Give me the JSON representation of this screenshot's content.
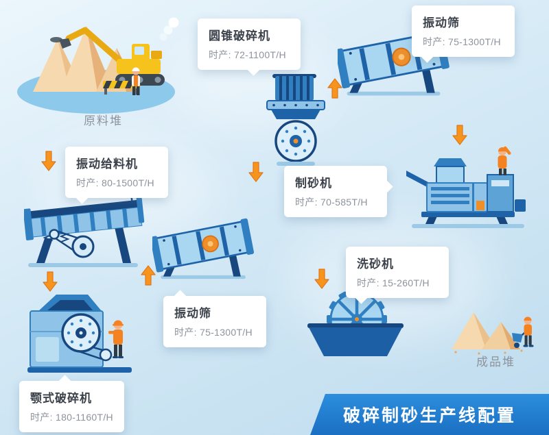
{
  "banner": {
    "label": "破碎制砂生产线配置",
    "bg": "#1d7fd2",
    "text_color": "#ffffff"
  },
  "piles": {
    "raw": {
      "label": "原料堆"
    },
    "product": {
      "label": "成品堆"
    }
  },
  "machines": {
    "feeder": {
      "title": "振动给料机",
      "rate": "时产: 80-1500T/H"
    },
    "cone_crusher": {
      "title": "圆锥破碎机",
      "rate": "时产: 72-1100T/H"
    },
    "screen_top": {
      "title": "振动筛",
      "rate": "时产: 75-1300T/H"
    },
    "sand_maker": {
      "title": "制砂机",
      "rate": "时产: 70-585T/H"
    },
    "screen_mid": {
      "title": "振动筛",
      "rate": "时产: 75-1300T/H"
    },
    "sand_washer": {
      "title": "洗砂机",
      "rate": "时产: 15-260T/H"
    },
    "jaw_crusher": {
      "title": "颚式破碎机",
      "rate": "时产: 180-1160T/H"
    }
  },
  "flow": {
    "arrow_color": "#f7941d",
    "arrow_directions": [
      "down",
      "down",
      "up",
      "down",
      "up",
      "down",
      "down"
    ]
  },
  "colors": {
    "background_top": "#ecf6fc",
    "background_bottom": "#bedcee",
    "machine_dark_blue": "#17477e",
    "machine_blue": "#2f7fc1",
    "machine_light_blue": "#8fc4e8",
    "sand": "#f6d9ae",
    "worker_orange": "#f58220",
    "label_gray": "#8d939c"
  }
}
